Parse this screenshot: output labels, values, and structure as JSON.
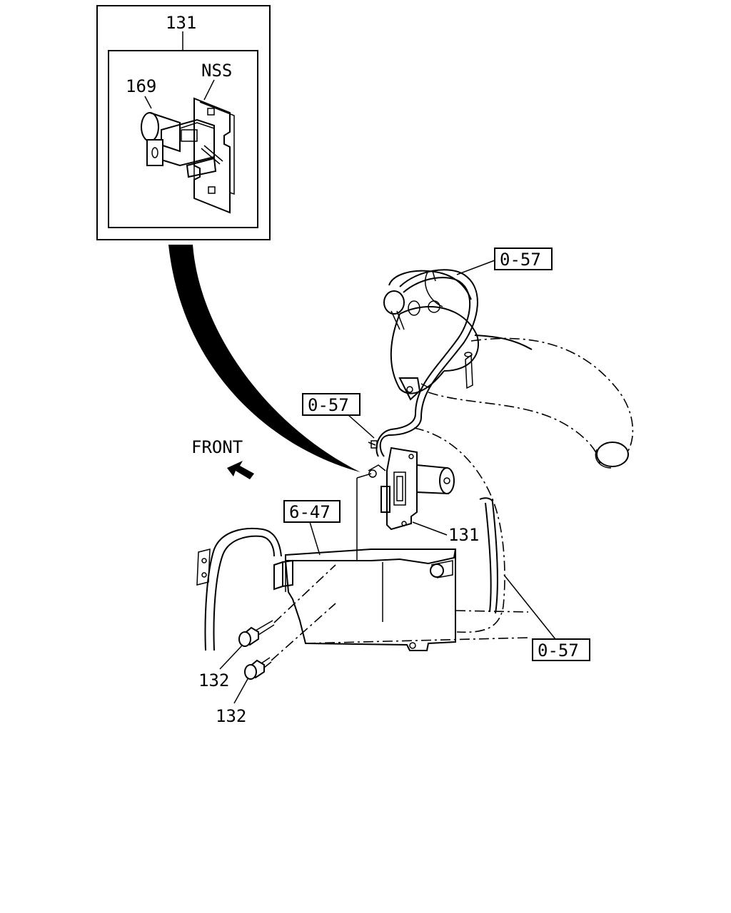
{
  "labels": {
    "inset_ref": "131",
    "inset_nss": "NSS",
    "inset_part": "169",
    "ref_top": "0-57",
    "ref_mid": "0-57",
    "ref_bracket": "6-47",
    "ref_right": "0-57",
    "part_131": "131",
    "bolt_a": "132",
    "bolt_b": "132",
    "front": "FRONT"
  },
  "icons": {
    "front_arrow": "arrow-icon",
    "callout_curve": "callout-arrow-icon"
  },
  "colors": {
    "line": "#000000",
    "background": "#ffffff"
  }
}
